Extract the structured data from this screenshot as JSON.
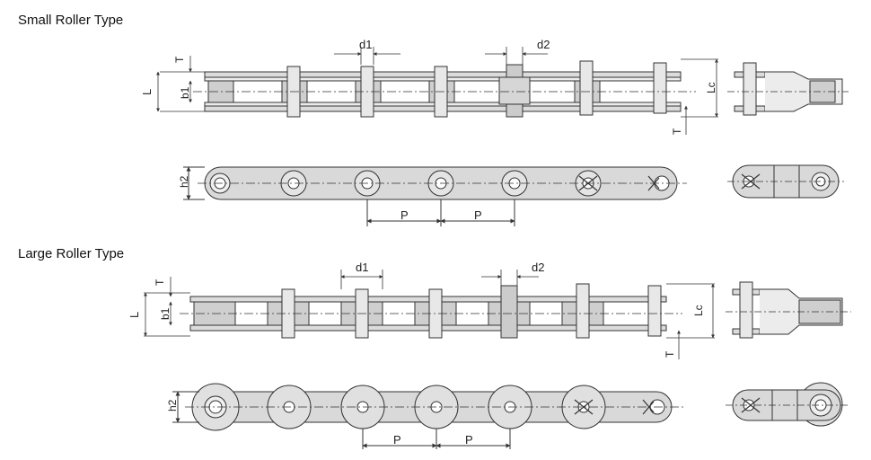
{
  "sections": {
    "small": {
      "title": "Small Roller Type"
    },
    "large": {
      "title": "Large Roller Type"
    }
  },
  "dims": {
    "T": "T",
    "L": "L",
    "b1": "b1",
    "d1": "d1",
    "d2": "d2",
    "Lc": "Lc",
    "h2": "h2",
    "P": "P"
  },
  "colors": {
    "plate": "#d9d9d9",
    "roller": "#cfcfcf",
    "line": "#333333"
  }
}
